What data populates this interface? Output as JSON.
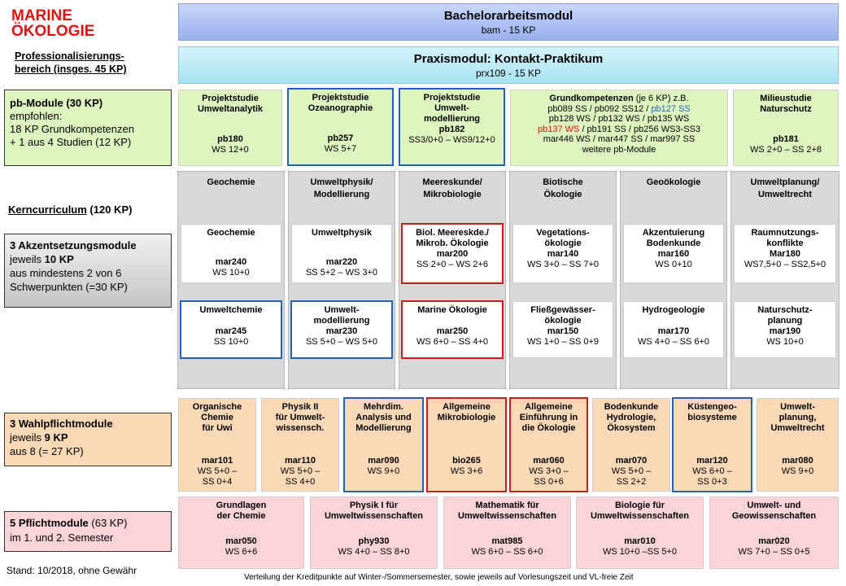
{
  "title": {
    "line1": "MARINE",
    "line2": "ÖKOLOGIE"
  },
  "profbereich": "Professionalisierungs-\nbereich (insges. 45 KP)",
  "bachelor": {
    "name": "Bachelorarbeitsmodul",
    "sub": "bam - 15 KP"
  },
  "praxis": {
    "name": "Praxismodul: Kontakt-Praktikum",
    "sub": "prx109 - 15 KP"
  },
  "pb_label": {
    "head": "pb-Module (30 KP)",
    "body": "empfohlen:\n18 KP Grundkompetenzen\n+ 1 aus 4 Studien (12 KP)"
  },
  "pb_modules": [
    {
      "name": "Projektstudie\nUmweltanalytik",
      "code": "pb180",
      "kp": "WS 12+0"
    },
    {
      "name": "Projektstudie\nOzeanographie",
      "code": "pb257",
      "kp": "WS 5+7"
    },
    {
      "name": "Projektstudie\nUmwelt-\nmodellierung",
      "code": "pb182",
      "kp": "SS3/0+0 – WS9/12+0"
    },
    {
      "name": "Milieustudie\nNaturschutz",
      "code": "pb181",
      "kp": "WS 2+0 – SS 2+8"
    }
  ],
  "grundkomp": {
    "head": "Grundkompetenzen",
    "head_rest": " (je 6 KP) z.B.",
    "l1a": "pb089 SS / pb092 SS12 / ",
    "l1b": "pb127 SS",
    "l2": "pb128 WS / pb132 WS / pb135 WS",
    "l3a": "pb137 WS",
    "l3b": " / pb191 SS / pb256 WS3-SS3",
    "l4": "mar446 WS / mar447 SS / mar997 SS",
    "l5": "weitere pb-Module"
  },
  "kern_label": {
    "text": "Kerncurriculum",
    "kp": " (120 KP)"
  },
  "akzent_label": {
    "head1": "3 Akzentsetzungsmodule",
    "head2a": "jeweils ",
    "head2b": "10 KP",
    "body": "aus mindestens 2 von 6\nSchwerpunkten  (=30 KP)"
  },
  "schwerpunkte": [
    {
      "head": "Geochemie",
      "m1": {
        "name": "Geochemie",
        "code": "mar240",
        "kp": "WS 10+0"
      },
      "m2": {
        "name": "Umweltchemie",
        "code": "mar245",
        "kp": "SS 10+0"
      }
    },
    {
      "head": "Umweltphysik/\nModellierung",
      "m1": {
        "name": "Umweltphysik",
        "code": "mar220",
        "kp": "SS 5+2 – WS 3+0"
      },
      "m2": {
        "name": "Umwelt-\nmodellierung",
        "code": "mar230",
        "kp": "SS 5+0 – WS 5+0"
      }
    },
    {
      "head": "Meereskunde/\nMikrobiologie",
      "m1": {
        "name": "Biol. Meereskde./\nMikrob. Ökologie",
        "code": "mar200",
        "kp": "SS 2+0 – WS 2+6"
      },
      "m2": {
        "name": "Marine Ökologie",
        "code": "mar250",
        "kp": "WS 6+0 – SS 4+0"
      }
    },
    {
      "head": "Biotische\nÖkologie",
      "m1": {
        "name": "Vegetations-\nökologie",
        "code": "mar140",
        "kp": "WS 3+0 – SS 7+0"
      },
      "m2": {
        "name": "Fließgewässer-\nökologie",
        "code": "mar150",
        "kp": "WS 1+0 – SS 0+9"
      }
    },
    {
      "head": "Geoökologie",
      "m1": {
        "name": "Akzentuierung\nBodenkunde",
        "code": "mar160",
        "kp": "WS 0+10"
      },
      "m2": {
        "name": "Hydrogeologie",
        "code": "mar170",
        "kp": "WS 4+0 – SS 6+0"
      }
    },
    {
      "head": "Umweltplanung/\nUmweltrecht",
      "m1": {
        "name": "Raumnutzungs-\nkonflikte",
        "code": "Mar180",
        "kp": "WS7,5+0 – SS2,5+0"
      },
      "m2": {
        "name": "Naturschutz-\nplanung",
        "code": "mar190",
        "kp": "WS 10+0"
      }
    }
  ],
  "wahl_label": {
    "head1": "3 Wahlpflichtmodule",
    "head2a": "jeweils ",
    "head2b": "9 KP",
    "body": "aus 8 (= 27 KP)"
  },
  "wahl_modules": [
    {
      "name": "Organische\nChemie\nfür Uwi",
      "code": "mar101",
      "kp": "WS 5+0 –\nSS 0+4"
    },
    {
      "name": "Physik II\nfür Umwelt-\nwissensch.",
      "code": "mar110",
      "kp": "WS 5+0 –\nSS 4+0"
    },
    {
      "name": "Mehrdim.\nAnalysis und\nModellierung",
      "code": "mar090",
      "kp": "WS 9+0"
    },
    {
      "name": "Allgemeine\nMikrobiologie",
      "code": "bio265",
      "kp": "WS 3+6"
    },
    {
      "name": "Allgemeine\nEinführung in\ndie Ökologie",
      "code": "mar060",
      "kp": "WS 3+0 –\nSS 0+6"
    },
    {
      "name": "Bodenkunde\nHydrologie,\nÖkosystem",
      "code": "mar070",
      "kp": "WS 5+0 –\nSS 2+2"
    },
    {
      "name": "Küstengeo-\nbiosysteme",
      "code": "mar120",
      "kp": "WS 6+0 –\nSS 0+3"
    },
    {
      "name": "Umwelt-\nplanung,\nUmweltrecht",
      "code": "mar080",
      "kp": "WS 9+0"
    }
  ],
  "pflicht_label": {
    "head": "5 Pflichtmodule",
    "head_kp": " (63 KP)",
    "body": "im 1. und 2. Semester"
  },
  "pflicht_modules": [
    {
      "name": "Grundlagen\nder Chemie",
      "code": "mar050",
      "kp": "WS 6+6"
    },
    {
      "name": "Physik I  für\nUmweltwissenschaften",
      "code": "phy930",
      "kp": "WS 4+0 – SS 8+0"
    },
    {
      "name": "Mathematik für\nUmweltwissenschaften",
      "code": "mat985",
      "kp": "WS 6+0 – SS 6+0"
    },
    {
      "name": "Biologie für\nUmweltwissenschaften",
      "code": "mar010",
      "kp": "WS 10+0 –SS 5+0"
    },
    {
      "name": "Umwelt- und\nGeowissenschaften",
      "code": "mar020",
      "kp": "WS 7+0 – SS 0+5"
    }
  ],
  "stand": "Stand: 10/2018, ohne Gewähr",
  "footnote": "Verteilung der Kreditpunkte auf Winter-/Sommersemester,  sowie jeweils  auf Vorlesungszeit und VL-freie Zeit",
  "colors": {
    "title_red": "#e01010",
    "link_blue": "#1f62b8",
    "border_blue": "#1f62b8",
    "border_red": "#d01818"
  }
}
